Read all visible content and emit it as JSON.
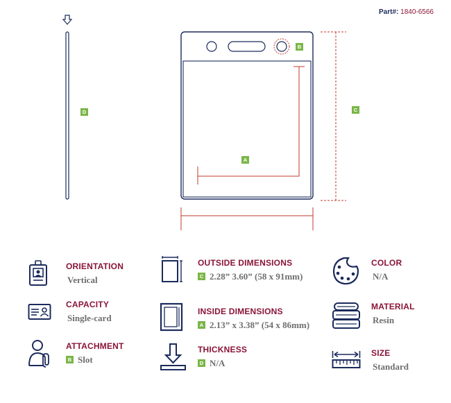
{
  "header": {
    "part_label": "Part#:",
    "part_number": "1840-6566"
  },
  "diagram": {
    "badge_a": "A",
    "badge_b": "B",
    "badge_c": "C",
    "badge_d": "D",
    "accent_color": "#8a1538",
    "line_color": "#1b2a5c",
    "badge_color": "#7ab648"
  },
  "specs": {
    "orientation": {
      "title": "ORIENTATION",
      "value": "Vertical",
      "icon": "id-badge-vertical-icon"
    },
    "capacity": {
      "title": "CAPACITY",
      "value": "Single-card",
      "icon": "id-card-icon"
    },
    "attachment": {
      "title": "ATTACHMENT",
      "badge": "B",
      "value": "Slot",
      "icon": "user-clip-icon"
    },
    "outside_dimensions": {
      "title": "OUTSIDE DIMENSIONS",
      "badge": "C",
      "value": "2.28” 3.60” (58 x 91mm)",
      "icon": "outside-dimensions-icon"
    },
    "inside_dimensions": {
      "title": "INSIDE DIMENSIONS",
      "badge": "A",
      "value": "2.13” x 3.38” (54 x 86mm)",
      "icon": "inside-dimensions-icon"
    },
    "thickness": {
      "title": "THICKNESS",
      "badge": "D",
      "value": "N/A",
      "icon": "thickness-icon"
    },
    "color": {
      "title": "COLOR",
      "value": "N/A",
      "icon": "color-palette-icon"
    },
    "material": {
      "title": "MATERIAL",
      "value": "Resin",
      "icon": "material-stack-icon"
    },
    "size": {
      "title": "SIZE",
      "value": "Standard",
      "icon": "ruler-size-icon"
    }
  }
}
